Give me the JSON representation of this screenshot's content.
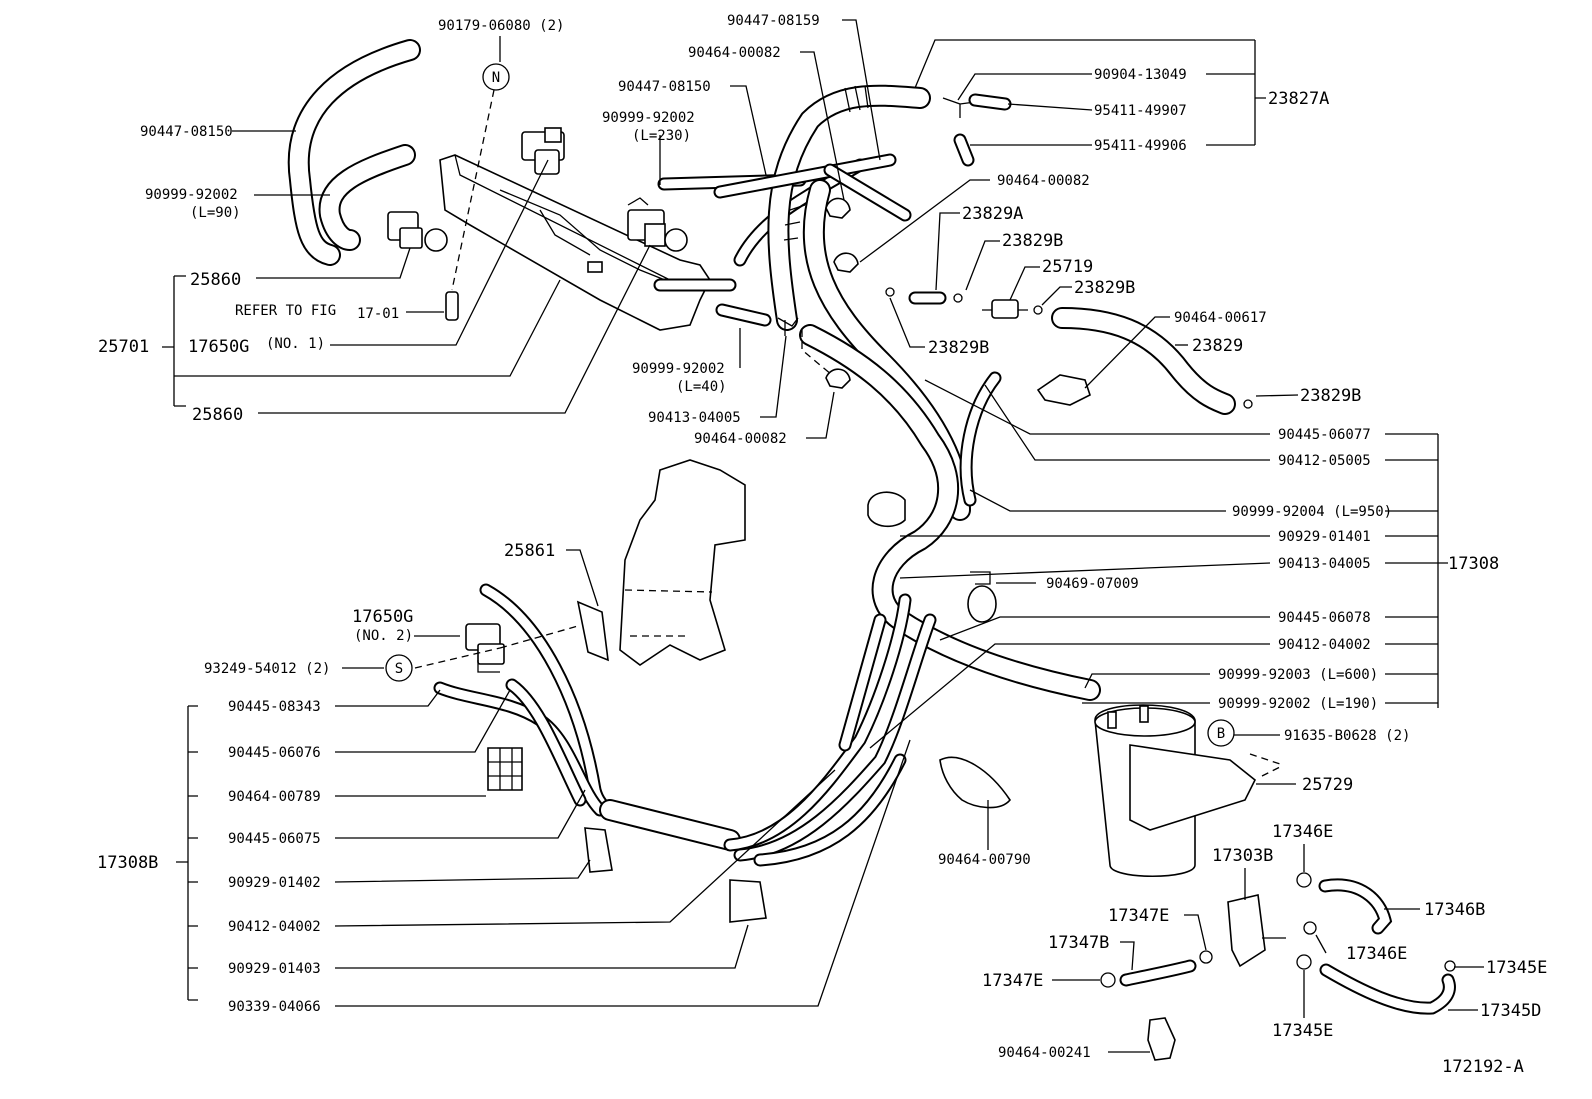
{
  "diagram": {
    "figure_id": "172192-A",
    "labels": {
      "p90179_06080": "90179-06080 (2)",
      "p90447_08150_left": "90447-08150",
      "p90999_92002_left": "90999-92002",
      "p_l90": "(L=90)",
      "p25860_top": "25860",
      "p_refer": "REFER TO FIG",
      "p17_01": "17-01",
      "p25701": "25701",
      "p17650g_no1": "17650G",
      "p_no1": "(NO. 1)",
      "p25860_bottom": "25860",
      "p90447_08159": "90447-08159",
      "p90464_00082_top": "90464-00082",
      "p90447_08150_mid": "90447-08150",
      "p90999_92002_mid": "90999-92002",
      "p_l230": "(L=230)",
      "p90904_13049": "90904-13049",
      "p95411_49907": "95411-49907",
      "p95411_49906": "95411-49906",
      "p23827a": "23827A",
      "p90464_00082_right": "90464-00082",
      "p23829a": "23829A",
      "p23829b_1": "23829B",
      "p25719": "25719",
      "p23829b_2": "23829B",
      "p90464_00617": "90464-00617",
      "p23829": "23829",
      "p23829b_3": "23829B",
      "p23829b_4": "23829B",
      "p90999_92002_l40": "90999-92002",
      "p_l40": "(L=40)",
      "p90413_04005_top": "90413-04005",
      "p90464_00082_low": "90464-00082",
      "p90445_06077": "90445-06077",
      "p90412_05005": "90412-05005",
      "p90999_92004": "90999-92004 (L=950)",
      "p90929_01401": "90929-01401",
      "p90413_04005": "90413-04005",
      "p17308": "17308",
      "p90469_07009": "90469-07009",
      "p90445_06078": "90445-06078",
      "p90412_04002_r": "90412-04002",
      "p90999_92003": "90999-92003 (L=600)",
      "p90999_92002_l190": "90999-92002 (L=190)",
      "p91635_b0628": "91635-B0628 (2)",
      "p25729": "25729",
      "p25861": "25861",
      "p17650g_no2": "17650G",
      "p_no2": "(NO. 2)",
      "p93249_54012": "93249-54012 (2)",
      "p90445_08343": "90445-08343",
      "p90445_06076": "90445-06076",
      "p90464_00789": "90464-00789",
      "p90445_06075": "90445-06075",
      "p17308b": "17308B",
      "p90929_01402": "90929-01402",
      "p90412_04002_l": "90412-04002",
      "p90929_01403": "90929-01403",
      "p90339_04066": "90339-04066",
      "p90464_00790": "90464-00790",
      "p17346e_top": "17346E",
      "p17303b": "17303B",
      "p17346b": "17346B",
      "p17347e_top": "17347E",
      "p17346e_mid": "17346E",
      "p17347b": "17347B",
      "p17345e_r": "17345E",
      "p17347e_bot": "17347E",
      "p17345d": "17345D",
      "p17345e_b": "17345E",
      "p90464_00241": "90464-00241"
    },
    "circle_marks": {
      "n": "N",
      "s": "S",
      "b": "B"
    }
  }
}
